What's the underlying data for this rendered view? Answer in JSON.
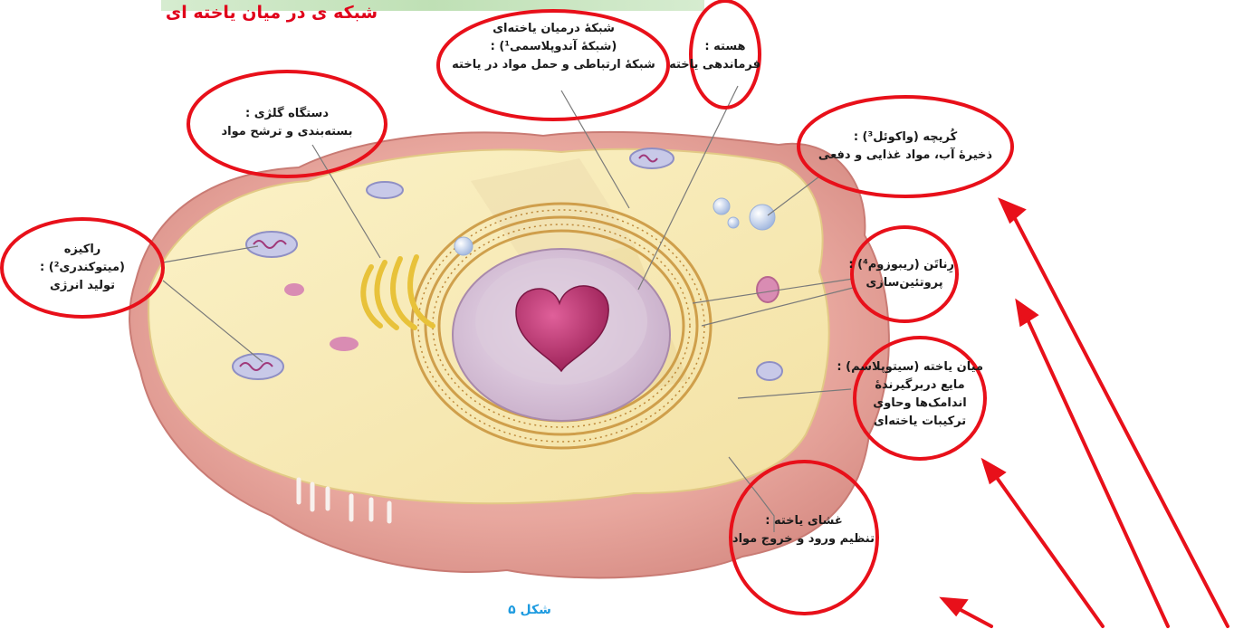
{
  "heading": "شبکه ی در میان یاخته ای",
  "caption": "شکل ۵",
  "colors": {
    "annotation_red": "#e8101a",
    "heading_red": "#e0001a",
    "caption_blue": "#1e9be0"
  },
  "labels": {
    "er": [
      "شبکهٔ درمیان یاخته‌ای",
      "(شبکهٔ آندوپلاسمی¹) :",
      "شبکهٔ ارتباطی و حمل مواد در یاخته"
    ],
    "nucleus": [
      "هسته :",
      "فرماندهی یاخته"
    ],
    "golgi": [
      "دستگاه گلژی :",
      "بسته‌بندی و ترشح مواد"
    ],
    "vacuole": [
      "کُریچه (واکوئل³) :",
      "ذخیرهٔ آب، مواد غذایی و دفعی"
    ],
    "mito": [
      "راکیزه",
      "(میتوکندری²) :",
      "تولید انرژی"
    ],
    "ribosome": [
      "رِناتَن (ریبوزوم⁴) :",
      "پروتئین‌سازی"
    ],
    "cytoplasm": [
      "میان یاخته (سیتوپلاسم) :",
      "مایع دربرگیرندهٔ",
      "اندامک‌ها وحاوی",
      "ترکیبات یاخته‌ای"
    ],
    "membrane": [
      "غشای یاخته :",
      "تنظیم ورود و خروج مواد"
    ]
  }
}
